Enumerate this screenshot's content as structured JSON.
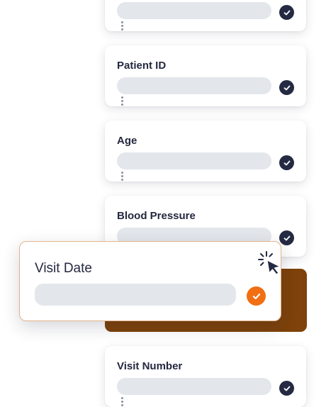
{
  "fields": [
    {
      "label": ""
    },
    {
      "label": "Patient ID"
    },
    {
      "label": "Age"
    },
    {
      "label": "Blood Pressure"
    },
    {
      "label": "Visit Number"
    }
  ],
  "dragging_field": {
    "label": "Visit Date"
  },
  "icons": {
    "check": "check-circle-icon",
    "drag_handle": "drag-handle-icon",
    "cursor": "click-cursor-icon"
  },
  "colors": {
    "check_default": "#252a43",
    "check_active": "#f26e12",
    "drop_slot": "#7e420a",
    "bar": "#e3e6eb",
    "text": "#24283f"
  }
}
